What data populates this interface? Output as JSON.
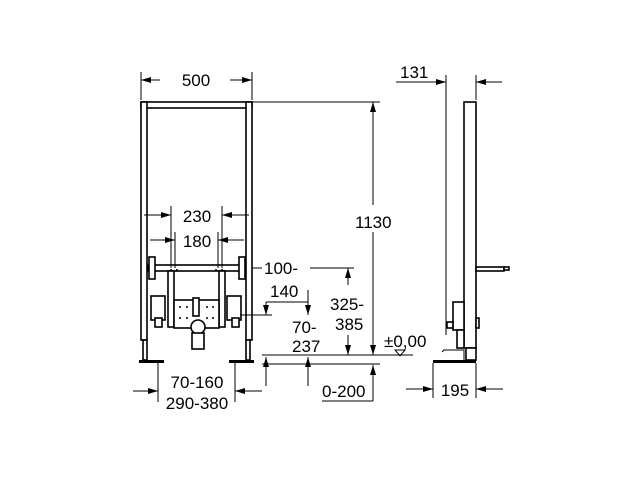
{
  "drawing": {
    "front_view": {
      "width": "500",
      "outer_spacing": "230",
      "inner_spacing": "180",
      "crossbar_height": [
        "100-",
        "140"
      ],
      "drain_height": [
        "70-",
        "237"
      ],
      "bracket_height": [
        "325-",
        "385"
      ],
      "total_height": "1130",
      "floor_level": "±0,00",
      "foot_offset": [
        "70-160",
        "290-380"
      ],
      "floor_adjust": "0-200"
    },
    "side_view": {
      "depth_top": "131",
      "depth_bottom": "195"
    }
  }
}
